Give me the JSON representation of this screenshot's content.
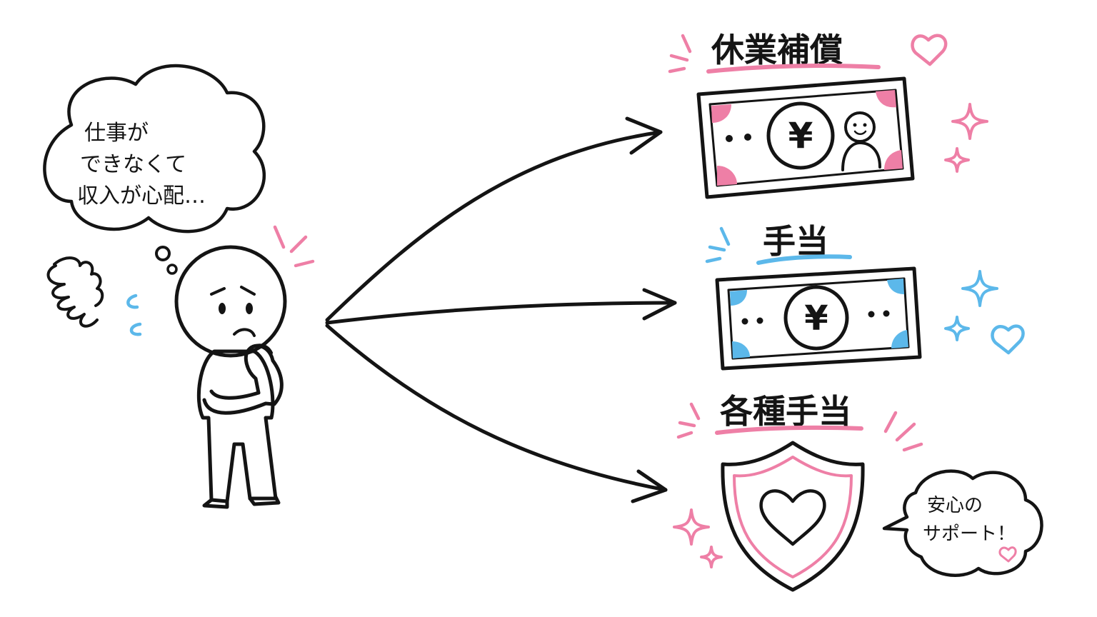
{
  "thought_bubble": {
    "line1": "仕事が",
    "line2": "できなくて",
    "line3": "収入が心配…"
  },
  "branches": [
    {
      "title": "休業補償",
      "icon": "banknote-with-person-icon",
      "symbol": "¥",
      "accent": "#ee7fa6"
    },
    {
      "title": "手当",
      "icon": "banknote-icon",
      "symbol": "¥",
      "accent": "#5cb8ea"
    },
    {
      "title": "各種手当",
      "icon": "shield-heart-icon",
      "accent": "#ee7fa6"
    }
  ],
  "speech_bubble": {
    "line1": "安心の",
    "line2": "サポート！"
  },
  "colors": {
    "ink": "#141414",
    "pink": "#ee7fa6",
    "blue": "#5cb8ea"
  }
}
